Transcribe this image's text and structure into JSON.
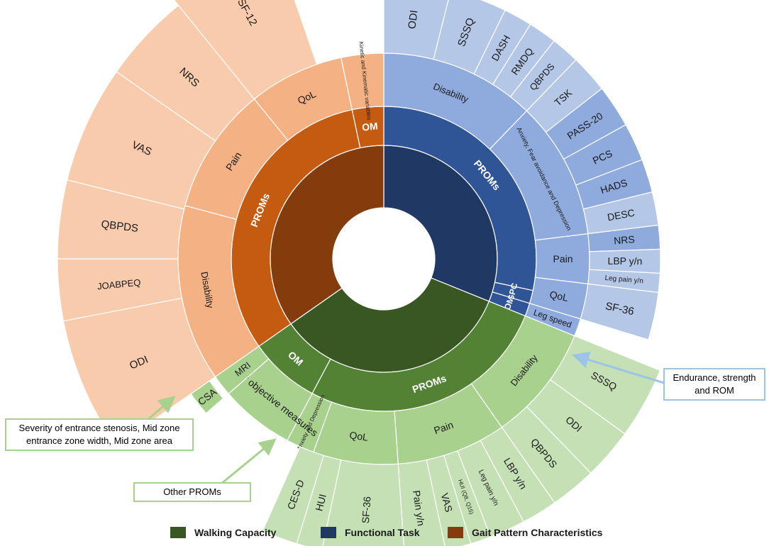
{
  "colors": {
    "walking_center": "#385723",
    "walking_ring2": "#548235",
    "walking_ring3": "#a9d18e",
    "walking_ring4": "#c5e0b4",
    "functional_center": "#203864",
    "functional_ring2": "#2f5597",
    "functional_ring3": "#8faadc",
    "functional_ring4": "#b4c7e7",
    "gait_center": "#843c0c",
    "gait_ring2": "#c55a11",
    "gait_ring3": "#f4b183",
    "gait_ring4": "#f8cbad",
    "arrow_green": "#a9d18e",
    "arrow_blue": "#9dc3e6"
  },
  "legend": [
    {
      "label": "Walking Capacity",
      "color": "#385723"
    },
    {
      "label": "Functional Task",
      "color": "#203864"
    },
    {
      "label": "Gait Pattern Characteristics",
      "color": "#843c0c"
    }
  ],
  "callouts": {
    "stenosis": "Severity of entrance stenosis, Mid zone entrance zone width, Mid zone area",
    "other_proms": "Other PROMs",
    "endurance": "Endurance, strength and ROM"
  },
  "segments": [
    {
      "ring": 1,
      "start": 0,
      "end": 112,
      "color": "#203864",
      "label": ""
    },
    {
      "ring": 1,
      "start": 112,
      "end": 235,
      "color": "#385723",
      "label": ""
    },
    {
      "ring": 1,
      "start": 235,
      "end": 360,
      "color": "#843c0c",
      "label": ""
    },
    {
      "ring": 2,
      "start": 0,
      "end": 102,
      "color": "#2f5597",
      "label": "PROMs",
      "bold": true,
      "fontSize": 14
    },
    {
      "ring": 2,
      "start": 102,
      "end": 107,
      "color": "#2f5597",
      "label": "GPC",
      "bold": true,
      "fontSize": 12
    },
    {
      "ring": 2,
      "start": 107,
      "end": 112,
      "color": "#2f5597",
      "label": "OM",
      "bold": true,
      "fontSize": 12
    },
    {
      "ring": 2,
      "start": 112,
      "end": 208,
      "color": "#548235",
      "label": "PROMs",
      "bold": true,
      "fontSize": 14
    },
    {
      "ring": 2,
      "start": 208,
      "end": 235,
      "color": "#548235",
      "label": "OM",
      "bold": true,
      "fontSize": 14
    },
    {
      "ring": 2,
      "start": 235,
      "end": 348,
      "color": "#c55a11",
      "label": "PROMs",
      "bold": true,
      "fontSize": 14
    },
    {
      "ring": 2,
      "start": 348,
      "end": 360,
      "color": "#c55a11",
      "label": "OM",
      "bold": true,
      "fontSize": 14
    },
    {
      "ring": 3,
      "start": 0,
      "end": 44,
      "color": "#8faadc",
      "label": "Disability",
      "fontSize": 13
    },
    {
      "ring": 3,
      "start": 44,
      "end": 83,
      "color": "#8faadc",
      "label": "Anxiety, Fear avoidance and Depression",
      "fontSize": 9
    },
    {
      "ring": 3,
      "start": 83,
      "end": 97,
      "color": "#8faadc",
      "label": "Pain",
      "fontSize": 14
    },
    {
      "ring": 3,
      "start": 97,
      "end": 107,
      "color": "#8faadc",
      "label": "QoL",
      "fontSize": 14
    },
    {
      "ring": 3,
      "start": 107,
      "end": 112,
      "color": "#8faadc",
      "label": "Leg speed",
      "fontSize": 12
    },
    {
      "ring": 3,
      "start": 112,
      "end": 145,
      "color": "#a9d18e",
      "label": "Disability",
      "fontSize": 13
    },
    {
      "ring": 3,
      "start": 145,
      "end": 176,
      "color": "#a9d18e",
      "label": "Pain",
      "fontSize": 14
    },
    {
      "ring": 3,
      "start": 176,
      "end": 200,
      "color": "#a9d18e",
      "label": "QoL",
      "fontSize": 14
    },
    {
      "ring": 3,
      "start": 200,
      "end": 208,
      "color": "#a9d18e",
      "label": "Anxiety and Depression",
      "fontSize": 8
    },
    {
      "ring": 3,
      "start": 208,
      "end": 229,
      "color": "#a9d18e",
      "label": "Other objective measures",
      "fontSize": 14
    },
    {
      "ring": 3,
      "start": 229,
      "end": 235,
      "color": "#a9d18e",
      "label": "MRI",
      "fontSize": 13
    },
    {
      "ring": 3,
      "start": 235,
      "end": 285,
      "color": "#f4b183",
      "label": "Disability",
      "fontSize": 13
    },
    {
      "ring": 3,
      "start": 285,
      "end": 321,
      "color": "#f4b183",
      "label": "Pain",
      "fontSize": 14
    },
    {
      "ring": 3,
      "start": 321,
      "end": 348,
      "color": "#f4b183",
      "label": "QoL",
      "fontSize": 14
    },
    {
      "ring": 3,
      "start": 348,
      "end": 360,
      "color": "#f4b183",
      "label": "Kinetic and Kinematic variables",
      "fontSize": 8
    },
    {
      "ring": 4,
      "start": 0,
      "end": 14,
      "color": "#b4c7e7",
      "label": "ODI",
      "fontSize": 15
    },
    {
      "ring": 4,
      "start": 14,
      "end": 26,
      "color": "#b4c7e7",
      "label": "SSSQ",
      "fontSize": 15
    },
    {
      "ring": 4,
      "start": 26,
      "end": 32,
      "color": "#b4c7e7",
      "label": "DASH",
      "fontSize": 14
    },
    {
      "ring": 4,
      "start": 32,
      "end": 38,
      "color": "#b4c7e7",
      "label": "RMDQ",
      "fontSize": 14
    },
    {
      "ring": 4,
      "start": 38,
      "end": 44,
      "color": "#b4c7e7",
      "label": "QBPDS",
      "fontSize": 13
    },
    {
      "ring": 4,
      "start": 44,
      "end": 52,
      "color": "#b4c7e7",
      "label": "TSK",
      "fontSize": 14
    },
    {
      "ring": 4,
      "start": 52,
      "end": 61,
      "color": "#8faadc",
      "label": "PASS-20",
      "fontSize": 14
    },
    {
      "ring": 4,
      "start": 61,
      "end": 69,
      "color": "#8faadc",
      "label": "PCS",
      "fontSize": 14
    },
    {
      "ring": 4,
      "start": 69,
      "end": 76,
      "color": "#8faadc",
      "label": "HADS",
      "fontSize": 14
    },
    {
      "ring": 4,
      "start": 76,
      "end": 83,
      "color": "#b4c7e7",
      "label": "DESC",
      "fontSize": 14
    },
    {
      "ring": 4,
      "start": 83,
      "end": 88,
      "color": "#8faadc",
      "label": "NRS",
      "fontSize": 14
    },
    {
      "ring": 4,
      "start": 88,
      "end": 93,
      "color": "#b4c7e7",
      "label": "LBP y/n",
      "fontSize": 14
    },
    {
      "ring": 4,
      "start": 93,
      "end": 97,
      "color": "#b4c7e7",
      "label": "Leg pain y/n",
      "fontSize": 10
    },
    {
      "ring": 4,
      "start": 97,
      "end": 107,
      "color": "#b4c7e7",
      "label": "SF-36",
      "fontSize": 15
    },
    {
      "ring": 4,
      "start": 112,
      "end": 126,
      "color": "#c5e0b4",
      "label": "SSSQ",
      "fontSize": 14
    },
    {
      "ring": 4,
      "start": 126,
      "end": 136,
      "color": "#c5e0b4",
      "label": "ODI",
      "fontSize": 14
    },
    {
      "ring": 4,
      "start": 136,
      "end": 145,
      "color": "#c5e0b4",
      "label": "QBPDS",
      "fontSize": 14
    },
    {
      "ring": 4,
      "start": 145,
      "end": 152,
      "color": "#c5e0b4",
      "label": "LBP y/n",
      "fontSize": 14
    },
    {
      "ring": 4,
      "start": 152,
      "end": 159,
      "color": "#c5e0b4",
      "label": "Leg pain y/n",
      "fontSize": 10
    },
    {
      "ring": 4,
      "start": 159,
      "end": 163,
      "color": "#c5e0b4",
      "label": "HUI (Q8, Q15)",
      "fontSize": 8
    },
    {
      "ring": 4,
      "start": 163,
      "end": 168,
      "color": "#c5e0b4",
      "label": "VAS",
      "fontSize": 14
    },
    {
      "ring": 4,
      "start": 168,
      "end": 176,
      "color": "#c5e0b4",
      "label": "Pain y/n",
      "fontSize": 14
    },
    {
      "ring": 4,
      "start": 176,
      "end": 192,
      "color": "#c5e0b4",
      "label": "SF-36",
      "fontSize": 14
    },
    {
      "ring": 4,
      "start": 192,
      "end": 197,
      "color": "#c5e0b4",
      "label": "HUI",
      "fontSize": 14
    },
    {
      "ring": 4,
      "start": 197,
      "end": 204,
      "color": "#c5e0b4",
      "label": "CES-D",
      "fontSize": 14
    },
    {
      "ring": 4,
      "start": 229,
      "end": 235,
      "color": "#a9d18e",
      "label": "CSA",
      "fontSize": 14
    },
    {
      "ring": 4,
      "start": 235,
      "end": 259,
      "color": "#f8cbad",
      "label": "ODI",
      "fontSize": 15
    },
    {
      "ring": 4,
      "start": 259,
      "end": 270,
      "color": "#f8cbad",
      "label": "JOABPEQ",
      "fontSize": 13
    },
    {
      "ring": 4,
      "start": 270,
      "end": 284,
      "color": "#f8cbad",
      "label": "QBPDS",
      "fontSize": 15
    },
    {
      "ring": 4,
      "start": 284,
      "end": 305,
      "color": "#f8cbad",
      "label": "VAS",
      "fontSize": 15
    },
    {
      "ring": 4,
      "start": 305,
      "end": 321,
      "color": "#f8cbad",
      "label": "NRS",
      "fontSize": 15
    },
    {
      "ring": 4,
      "start": 321,
      "end": 341,
      "color": "#f8cbad",
      "label": "SF-12",
      "fontSize": 15
    }
  ]
}
